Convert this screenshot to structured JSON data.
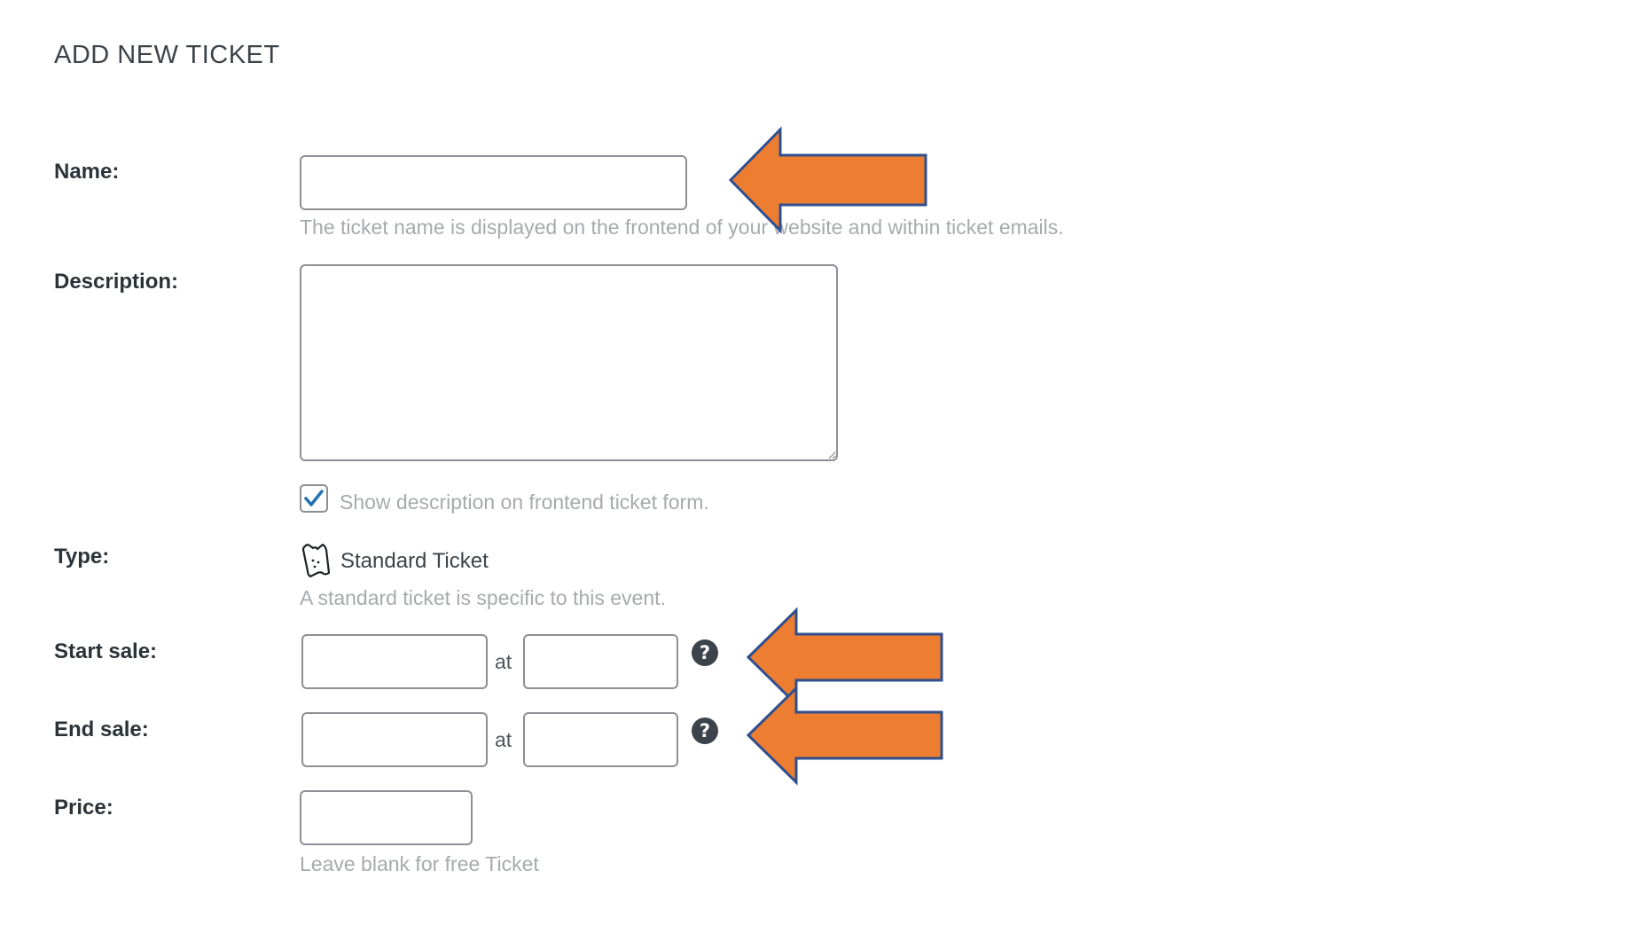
{
  "page": {
    "title": "ADD NEW TICKET"
  },
  "form": {
    "name": {
      "label": "Name:",
      "value": "",
      "help": "The ticket name is displayed on the frontend of your website and within ticket emails."
    },
    "description": {
      "label": "Description:",
      "value": "",
      "show_on_frontend_label": "Show description on frontend ticket form.",
      "show_on_frontend_checked": true
    },
    "type": {
      "label": "Type:",
      "icon": "ticket-icon",
      "value": "Standard Ticket",
      "help": "A standard ticket is specific to this event."
    },
    "start_sale": {
      "label": "Start sale:",
      "date_value": "",
      "at_label": "at",
      "time_value": "",
      "help_icon": "?"
    },
    "end_sale": {
      "label": "End sale:",
      "date_value": "",
      "at_label": "at",
      "time_value": "",
      "help_icon": "?"
    },
    "price": {
      "label": "Price:",
      "value": "",
      "help": "Leave blank for free Ticket"
    }
  },
  "annotations": {
    "arrow_color": "#ED7D31",
    "arrow_outline": "#2F4F8F"
  },
  "colors": {
    "checkbox_check": "#2271b1",
    "help_text": "#a7aaad",
    "input_border": "#8c8f94"
  }
}
